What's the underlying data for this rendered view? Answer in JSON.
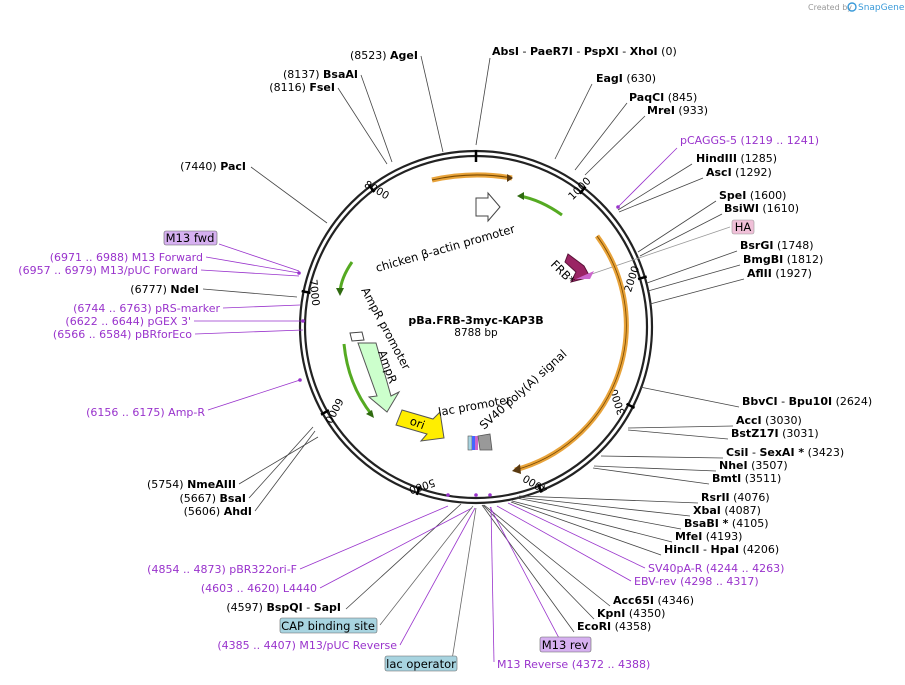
{
  "watermark": {
    "created_by": "Created by",
    "brand": "SnapGene"
  },
  "plasmid": {
    "name": "pBa.FRB-3myc-KAP3B",
    "length": "8788 bp"
  },
  "ruler": [
    "1000",
    "2000",
    "3000",
    "4000",
    "5000",
    "6000",
    "7000",
    "8000"
  ],
  "sites": [
    {
      "id": "absi",
      "parts": [
        {
          "t": "AbsI",
          "b": true
        },
        {
          "t": "  -  "
        },
        {
          "t": "PaeR7I",
          "b": true
        },
        {
          "t": "  -  "
        },
        {
          "t": "PspXI",
          "b": true
        },
        {
          "t": "  -  "
        },
        {
          "t": "XhoI",
          "b": true
        },
        {
          "t": "    (0)"
        }
      ]
    },
    {
      "id": "eagi",
      "parts": [
        {
          "t": "EagI",
          "b": true
        },
        {
          "t": "    (630)"
        }
      ]
    },
    {
      "id": "paqci",
      "parts": [
        {
          "t": "PaqCI",
          "b": true
        },
        {
          "t": "    (845)"
        }
      ]
    },
    {
      "id": "mrei",
      "parts": [
        {
          "t": "MreI",
          "b": true
        },
        {
          "t": "    (933)"
        }
      ]
    },
    {
      "id": "hindiii",
      "parts": [
        {
          "t": "HindIII",
          "b": true
        },
        {
          "t": "    (1285)"
        }
      ]
    },
    {
      "id": "asci",
      "parts": [
        {
          "t": "AscI",
          "b": true
        },
        {
          "t": "    (1292)"
        }
      ]
    },
    {
      "id": "spei",
      "parts": [
        {
          "t": "SpeI",
          "b": true
        },
        {
          "t": "    (1600)"
        }
      ]
    },
    {
      "id": "bsiwi",
      "parts": [
        {
          "t": "BsiWI",
          "b": true
        },
        {
          "t": "    (1610)"
        }
      ]
    },
    {
      "id": "bsrgi",
      "parts": [
        {
          "t": "BsrGI",
          "b": true
        },
        {
          "t": "    (1748)"
        }
      ]
    },
    {
      "id": "bmgbi",
      "parts": [
        {
          "t": "BmgBI",
          "b": true
        },
        {
          "t": "    (1812)"
        }
      ]
    },
    {
      "id": "aflii",
      "parts": [
        {
          "t": "AflII",
          "b": true
        },
        {
          "t": "    (1927)"
        }
      ]
    },
    {
      "id": "bbvci",
      "parts": [
        {
          "t": "BbvCI",
          "b": true
        },
        {
          "t": "  -  "
        },
        {
          "t": "Bpu10I",
          "b": true
        },
        {
          "t": "    (2624)"
        }
      ]
    },
    {
      "id": "acci",
      "parts": [
        {
          "t": "AccI",
          "b": true
        },
        {
          "t": "    (3030)"
        }
      ]
    },
    {
      "id": "bstz17i",
      "parts": [
        {
          "t": "BstZ17I",
          "b": true
        },
        {
          "t": "    (3031)"
        }
      ]
    },
    {
      "id": "csii",
      "parts": [
        {
          "t": "CsiI",
          "b": true
        },
        {
          "t": "  -  "
        },
        {
          "t": "SexAI *",
          "b": true
        },
        {
          "t": "    (3423)"
        }
      ]
    },
    {
      "id": "nhei",
      "parts": [
        {
          "t": "NheI",
          "b": true
        },
        {
          "t": "    (3507)"
        }
      ]
    },
    {
      "id": "bmti",
      "parts": [
        {
          "t": "BmtI",
          "b": true
        },
        {
          "t": "    (3511)"
        }
      ]
    },
    {
      "id": "rsrii",
      "parts": [
        {
          "t": "RsrII",
          "b": true
        },
        {
          "t": "    (4076)"
        }
      ]
    },
    {
      "id": "xbai",
      "parts": [
        {
          "t": "XbaI",
          "b": true
        },
        {
          "t": "    (4087)"
        }
      ]
    },
    {
      "id": "bsabi",
      "parts": [
        {
          "t": "BsaBI *",
          "b": true
        },
        {
          "t": "    (4105)"
        }
      ]
    },
    {
      "id": "mfei",
      "parts": [
        {
          "t": "MfeI",
          "b": true
        },
        {
          "t": "    (4193)"
        }
      ]
    },
    {
      "id": "hincii",
      "parts": [
        {
          "t": "HincII",
          "b": true
        },
        {
          "t": "  -  "
        },
        {
          "t": "HpaI",
          "b": true
        },
        {
          "t": "    (4206)"
        }
      ]
    },
    {
      "id": "acc65i",
      "parts": [
        {
          "t": "Acc65I",
          "b": true
        },
        {
          "t": "    (4346)"
        }
      ]
    },
    {
      "id": "kpni",
      "parts": [
        {
          "t": "KpnI",
          "b": true
        },
        {
          "t": "    (4350)"
        }
      ]
    },
    {
      "id": "ecori",
      "parts": [
        {
          "t": "EcoRI",
          "b": true
        },
        {
          "t": "    (4358)"
        }
      ]
    },
    {
      "id": "bspqi",
      "parts": [
        {
          "t": "(4597)  "
        },
        {
          "t": "BspQI",
          "b": true
        },
        {
          "t": "  -  "
        },
        {
          "t": "SapI",
          "b": true
        }
      ]
    },
    {
      "id": "ahdi",
      "parts": [
        {
          "t": "(5606)  "
        },
        {
          "t": "AhdI",
          "b": true
        }
      ]
    },
    {
      "id": "bsai",
      "parts": [
        {
          "t": "(5667)  "
        },
        {
          "t": "BsaI",
          "b": true
        }
      ]
    },
    {
      "id": "nmeaiii",
      "parts": [
        {
          "t": "(5754)  "
        },
        {
          "t": "NmeAIII",
          "b": true
        }
      ]
    },
    {
      "id": "ndei",
      "parts": [
        {
          "t": "(6777)  "
        },
        {
          "t": "NdeI",
          "b": true
        }
      ]
    },
    {
      "id": "paci",
      "parts": [
        {
          "t": "(7440)  "
        },
        {
          "t": "PacI",
          "b": true
        }
      ]
    },
    {
      "id": "fsei",
      "parts": [
        {
          "t": "(8116)  "
        },
        {
          "t": "FseI",
          "b": true
        }
      ]
    },
    {
      "id": "bsaai",
      "parts": [
        {
          "t": "(8137)  "
        },
        {
          "t": "BsaAI",
          "b": true
        }
      ]
    },
    {
      "id": "agei",
      "parts": [
        {
          "t": "(8523)  "
        },
        {
          "t": "AgeI",
          "b": true
        }
      ]
    }
  ],
  "primers": [
    {
      "id": "pcaggs5",
      "text": "pCAGGS-5     (1219 .. 1241)"
    },
    {
      "id": "sv40pa",
      "text": "SV40pA-R     (4244 .. 4263)"
    },
    {
      "id": "ebvrev",
      "text": "EBV-rev     (4298 .. 4317)"
    },
    {
      "id": "m13rev",
      "text": "M13 Reverse     (4372 .. 4388)"
    },
    {
      "id": "m13puc",
      "text": "(4385 .. 4407)   M13/pUC Reverse"
    },
    {
      "id": "l4440",
      "text": "(4603 .. 4620)   L4440"
    },
    {
      "id": "pbr322",
      "text": "(4854 .. 4873)   pBR322ori-F"
    },
    {
      "id": "ampr",
      "text": "(6156 .. 6175)   Amp-R"
    },
    {
      "id": "pbrfor",
      "text": "(6566 .. 6584)   pBRforEco"
    },
    {
      "id": "pgex",
      "text": "(6622 .. 6644)   pGEX 3'"
    },
    {
      "id": "prs",
      "text": "(6744 .. 6763)   pRS-marker"
    },
    {
      "id": "m13pucfwd",
      "text": "(6957 .. 6979)   M13/pUC Forward"
    },
    {
      "id": "m13fwd",
      "text": "(6971 .. 6988)   M13 Forward"
    }
  ],
  "boxes": {
    "ha": "HA",
    "m13_fwd": "M13 fwd",
    "m13_rev": "M13 rev",
    "cap": "CAP binding site",
    "lac_operator": "lac operator"
  },
  "features": {
    "chicken": "chicken β-actin promoter",
    "frb": "FRB*",
    "ampr_promoter": "AmpR promoter",
    "ampr": "AmpR",
    "ori": "ori",
    "lac_promoter": "lac promoter",
    "sv40": "SV40 poly(A) signal"
  },
  "colors": {
    "primer": "#9933cc",
    "orange_feature": "#e8a33a",
    "green_arrow": "#55aa22",
    "frb": "#9a2464",
    "ori": "#ffee00",
    "ampr": "#ccffcc",
    "ha_box": "#f0c0d8",
    "m13_box": "#d6b0f0",
    "cap_box": "#a8d4e0"
  }
}
